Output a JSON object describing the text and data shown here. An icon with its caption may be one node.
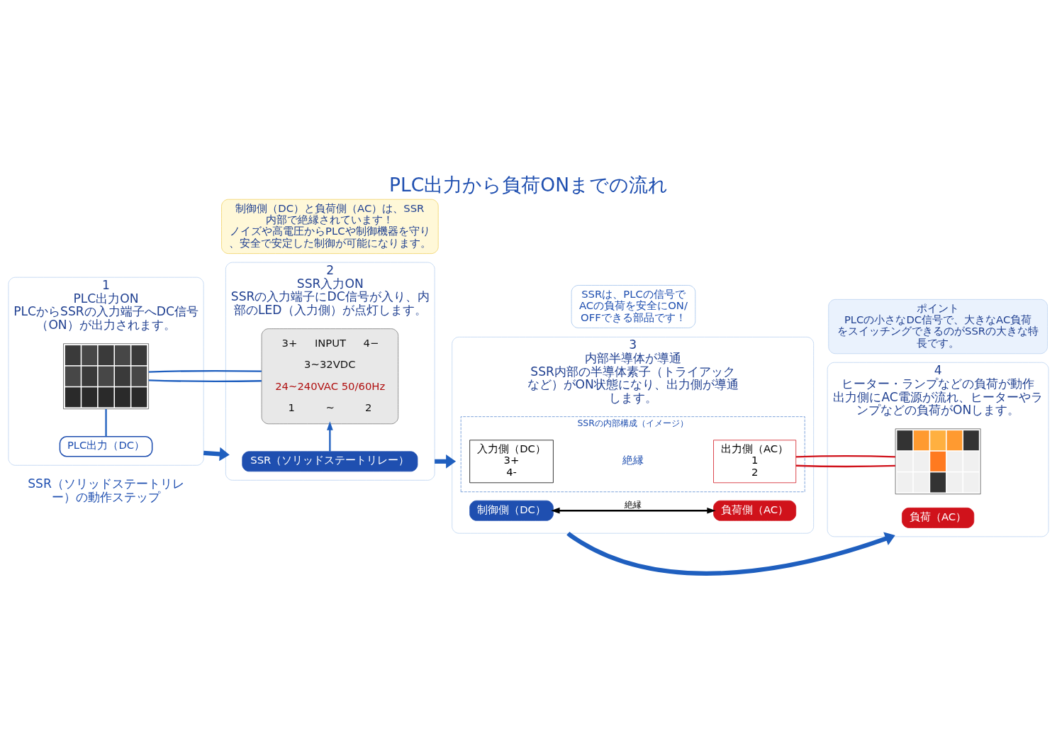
{
  "diagram": {
    "title": "PLC出力から負荷ONまでの流れ",
    "nodes": [
      {
        "text": [
          "1",
          "PLC出力ON",
          "PLCからSSRの入力端子へDC信号（ON）が出力されます。"
        ]
      },
      {
        "text": [
          "PLC出力（DC）"
        ],
        "in": 0
      },
      {
        "text": [],
        "shape": "picture",
        "in": 0
      },
      {
        "text": [
          "2",
          "SSR入力ON",
          "SSRの入力端子にDC信号が入り、内部のLED（入力側）が点灯します。"
        ]
      },
      {
        "text": [
          "SSR（ソリッドステートリレー）"
        ],
        "in": 3
      },
      {
        "text": [
          "3+",
          "INPUT",
          "4−",
          "3~32VDC",
          "24~240VAC 50/60Hz",
          "1",
          "~",
          "2"
        ],
        "in": 3
      },
      {
        "text": [
          "3",
          "内部半導体が導通",
          "SSR内部の半導体素子（トライアックなど）がON状態になり、出力側が導通します。"
        ]
      },
      {
        "text": [
          "SSRの内部構成（イメージ）"
        ],
        "in": 6
      },
      {
        "text": [
          "入力側（DC）",
          "3+",
          "4-"
        ],
        "in": 7
      },
      {
        "text": [
          "絶縁"
        ],
        "in": 7
      },
      {
        "text": [
          "出力側（AC）",
          "1",
          "2"
        ],
        "in": 7
      },
      {
        "text": [
          "制御側（DC）"
        ],
        "in": 6
      },
      {
        "text": [
          "負荷側（AC）"
        ],
        "in": 6
      },
      {
        "text": [
          "4",
          "ヒーター・ランプなどの負荷が動作",
          "出力側にAC電源が流れ、ヒーターやランプなどの負荷がONします。"
        ]
      },
      {
        "text": [
          "負荷（AC）"
        ],
        "in": 13
      },
      {
        "text": [],
        "shape": "picture",
        "in": 13
      },
      {
        "text": [
          "SSRは、PLCの信号でACの負荷を安全にON/OFFできる部品です！"
        ]
      },
      {
        "text": [
          "制御側（DC）と負荷側（AC）は、SSR内部で絶縁されています！",
          "ノイズや高電圧からPLCや制御機器を守り、安全で安定した制御が可能になります。"
        ]
      },
      {
        "text": [
          "ポイント",
          "PLCの小さなDC信号で、大きなAC負荷をスイッチングできるのがSSRの大きな特長です。"
        ]
      }
    ],
    "edges": [
      {
        "from": 0,
        "to": 3,
        "arrow": "to",
        "style": "thick"
      },
      {
        "from": 3,
        "to": 6,
        "arrow": "to",
        "style": "thick"
      },
      {
        "from": 6,
        "to": 13,
        "arrow": "to",
        "style": "thick"
      },
      {
        "from": 1,
        "to": 2,
        "arrow": "none"
      },
      {
        "from": 4,
        "to": 5,
        "arrow": "to"
      },
      {
        "from": 2,
        "to": 5,
        "arrow": "none"
      },
      {
        "from": 2,
        "to": 5,
        "arrow": "none"
      },
      {
        "from": 10,
        "to": 15,
        "arrow": "none",
        "color": "#d0121b"
      },
      {
        "from": 10,
        "to": 15,
        "arrow": "none",
        "color": "#d0121b"
      },
      {
        "from": 11,
        "to": 12,
        "label": "絶縁",
        "arrow": "both",
        "color": "#000000"
      }
    ],
    "labels": [
      "SSR（ソリッドステートリレー）の動作ステップ"
    ]
  }
}
